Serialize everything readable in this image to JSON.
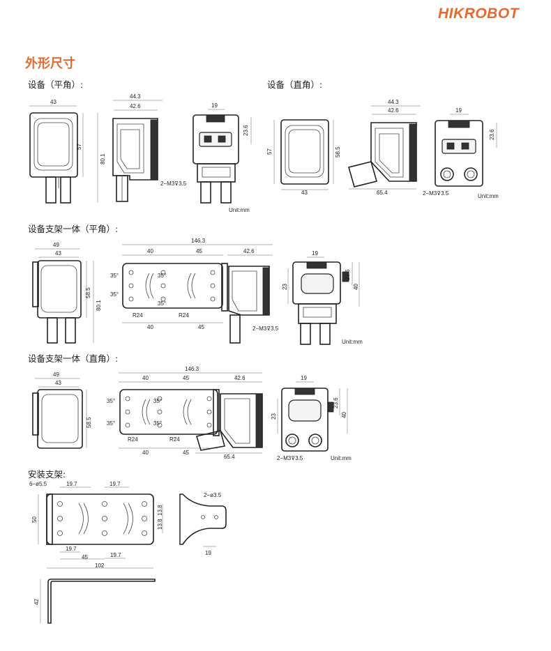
{
  "brand": {
    "logo": "HIKROBOT",
    "accent": "#e9692c"
  },
  "page_title": "外形尺寸",
  "unit_label": "Unit:mm",
  "sections": {
    "flat": {
      "heading": "设备（平角）:",
      "dims": {
        "front_width": "43",
        "front_height": "57",
        "total_height": "80.1",
        "side_width_outer": "44.3",
        "side_width_inner": "42.6",
        "back_top": "19",
        "back_side": "23.6",
        "thread": "2−M3⊽3.5"
      }
    },
    "right_angle": {
      "heading": "设备（直角）:",
      "dims": {
        "front_height": "57",
        "front_height2": "58.5",
        "front_width": "43",
        "side_width_outer": "44.3",
        "side_width_inner": "42.6",
        "side_depth": "65.4",
        "back_top": "19",
        "back_side": "23.6",
        "thread": "2−M3⊽3.5"
      }
    },
    "bracket_flat": {
      "heading": "设备支架一体（平角）:",
      "dims": {
        "width_outer": "49",
        "width_inner": "43",
        "height1": "58.5",
        "height2": "80.1",
        "total": "146.3",
        "seg1": "40",
        "seg2": "45",
        "seg3": "42.6",
        "bottom1": "40",
        "bottom2": "45",
        "angle": "35°",
        "radius": "R24",
        "back_top": "19",
        "back_h1": "23",
        "back_h2": "23.6",
        "back_h3": "40",
        "thread": "2−M3⊽3.5"
      }
    },
    "bracket_right": {
      "heading": "设备支架一体（直角）:",
      "dims": {
        "width_outer": "49",
        "width_inner": "43",
        "height": "58.5",
        "total": "146.3",
        "seg1": "40",
        "seg2": "45",
        "seg3": "42.6",
        "bottom1": "40",
        "bottom2": "45",
        "bottom3": "65.4",
        "angle": "35°",
        "radius": "R24",
        "back_top": "19",
        "back_h1": "23",
        "back_h2": "23.6",
        "back_h3": "40",
        "thread": "2−M3⊽3.5"
      }
    },
    "mount_bracket": {
      "heading": "安装支架:",
      "dims": {
        "holes": "6−ø5.5",
        "pitch_top1": "19.7",
        "pitch_top2": "19.7",
        "height": "50",
        "right1": "13.8",
        "right2": "13.8",
        "pitch_bot1": "19.7",
        "pitch_bot2": "19.7",
        "bot_seg": "45",
        "total_len": "102",
        "side_holes": "2−ø3.5",
        "side_w": "19",
        "side_h": "42"
      }
    }
  }
}
